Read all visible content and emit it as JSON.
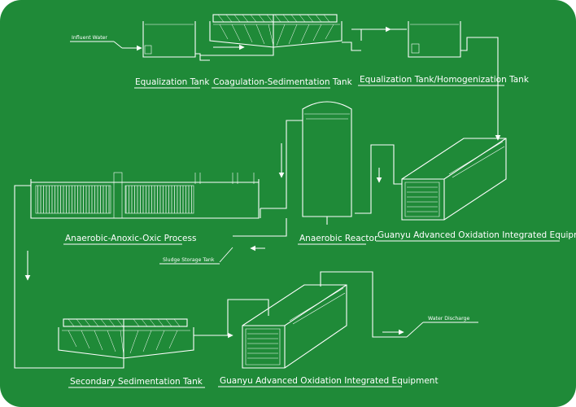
{
  "diagram": {
    "colors": {
      "background": "#1f8a38",
      "line": "#ffffff"
    },
    "labels": {
      "influent_water": "Influent Water",
      "equalization_tank": "Equalization Tank",
      "coagulation_sedimentation_tank": "Coagulation-Sedimentation Tank",
      "equalization_homogenization_tank": "Equalization Tank/Homogenization Tank",
      "guanyu_equipment_1": "Guanyu Advanced Oxidation Integrated Equipment",
      "anaerobic_reactor": "Anaerobic Reactor",
      "anaerobic_anoxic_oxic_process": "Anaerobic-Anoxic-Oxic Process",
      "sludge_storage_tank": "Sludge Storage Tank",
      "secondary_sedimentation_tank": "Secondary Sedimentation Tank",
      "guanyu_equipment_2": "Guanyu Advanced Oxidation Integrated Equipment",
      "water_discharge": "Water Discharge"
    }
  }
}
